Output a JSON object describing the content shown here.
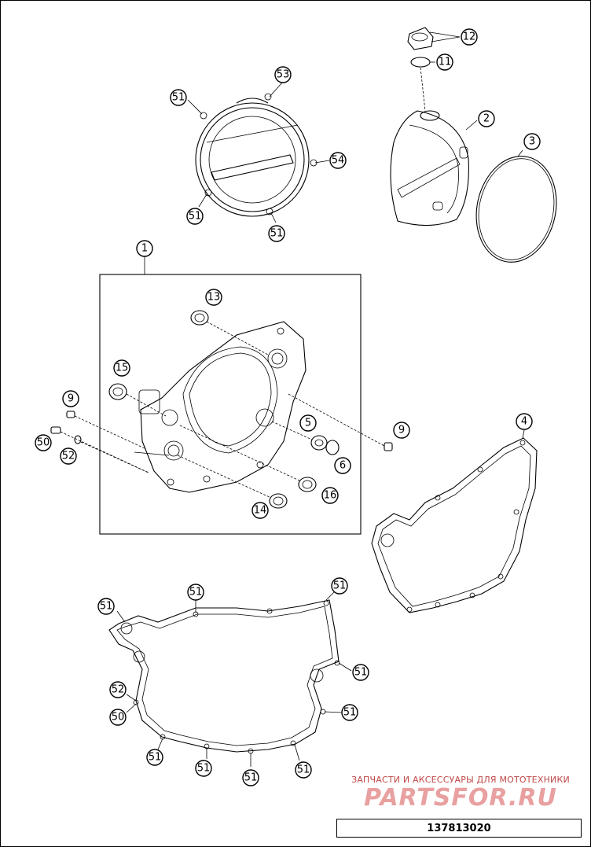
{
  "watermark": {
    "caption": "ЗАПЧАСТИ И АКСЕССУАРЫ ДЛЯ МОТОТЕХНИКИ",
    "logo": "PARTSFOR.RU",
    "color": "#e9a0a0"
  },
  "drawing_number": "137813020",
  "callouts": [
    {
      "id": "c1",
      "label": "1"
    },
    {
      "id": "c2",
      "label": "2"
    },
    {
      "id": "c3",
      "label": "3"
    },
    {
      "id": "c4",
      "label": "4"
    },
    {
      "id": "c5",
      "label": "5"
    },
    {
      "id": "c6",
      "label": "6"
    },
    {
      "id": "c9a",
      "label": "9"
    },
    {
      "id": "c9b",
      "label": "9"
    },
    {
      "id": "c11",
      "label": "11"
    },
    {
      "id": "c12",
      "label": "12"
    },
    {
      "id": "c13",
      "label": "13"
    },
    {
      "id": "c14",
      "label": "14"
    },
    {
      "id": "c15",
      "label": "15"
    },
    {
      "id": "c16",
      "label": "16"
    },
    {
      "id": "c50a",
      "label": "50"
    },
    {
      "id": "c50b",
      "label": "50"
    },
    {
      "id": "c52a",
      "label": "52"
    },
    {
      "id": "c52b",
      "label": "52"
    },
    {
      "id": "c53",
      "label": "53"
    },
    {
      "id": "c54",
      "label": "54"
    },
    {
      "id": "c51a",
      "label": "51"
    },
    {
      "id": "c51b",
      "label": "51"
    },
    {
      "id": "c51c",
      "label": "51"
    },
    {
      "id": "c51d",
      "label": "51"
    },
    {
      "id": "c51e",
      "label": "51"
    },
    {
      "id": "c51f",
      "label": "51"
    },
    {
      "id": "c51g",
      "label": "51"
    },
    {
      "id": "c51h",
      "label": "51"
    },
    {
      "id": "c51i",
      "label": "51"
    },
    {
      "id": "c51j",
      "label": "51"
    },
    {
      "id": "c51k",
      "label": "51"
    },
    {
      "id": "c51l",
      "label": "51"
    }
  ]
}
